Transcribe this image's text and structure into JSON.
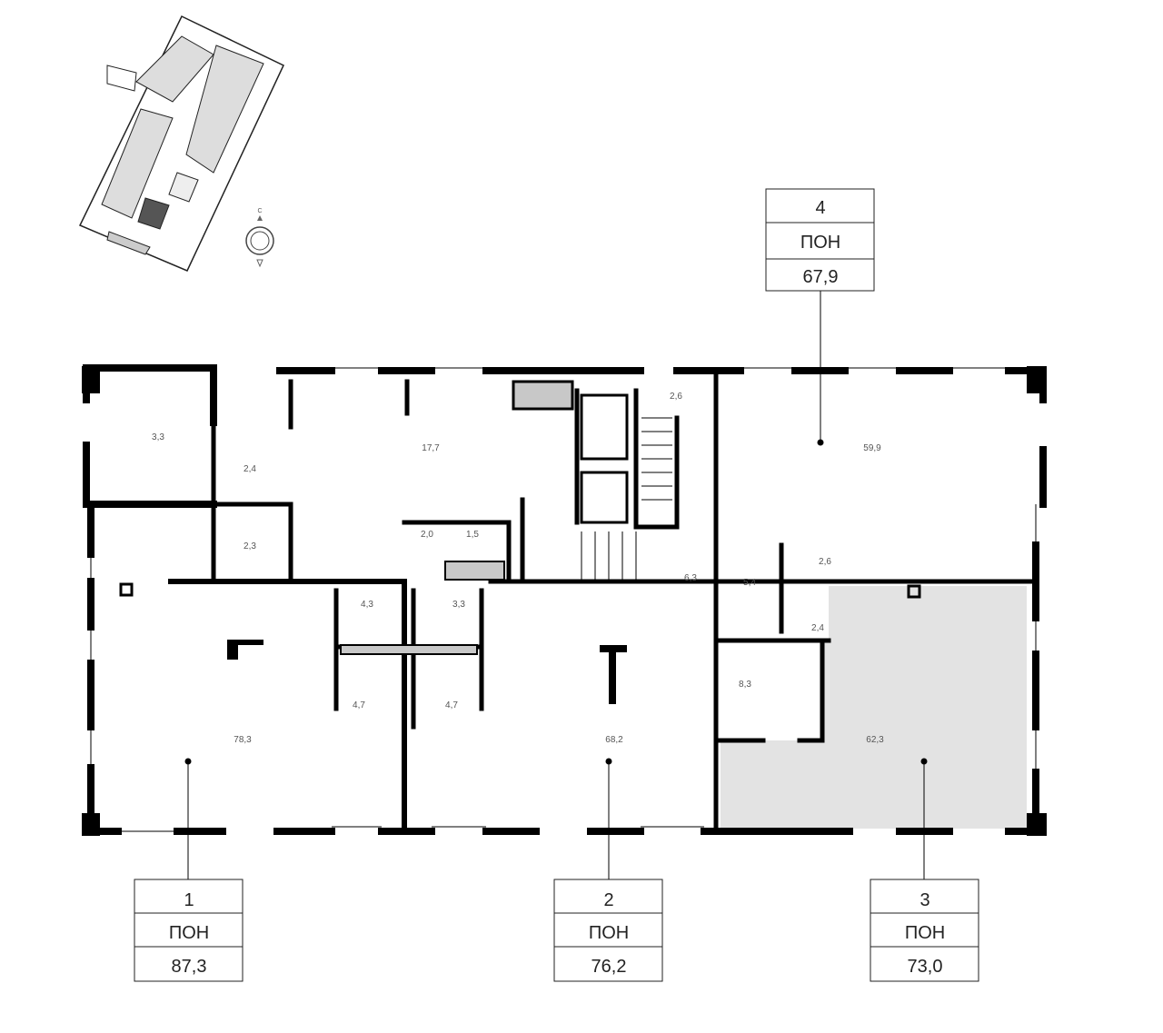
{
  "site_plan": {
    "compass_letter": "С"
  },
  "colors": {
    "wall": "#000000",
    "highlight_unit": "#e3e3e3",
    "fixture": "#c8c8c8"
  },
  "rooms": [
    {
      "area": "3,3"
    },
    {
      "area": "2,4"
    },
    {
      "area": "17,7"
    },
    {
      "area": "2,6"
    },
    {
      "area": "59,9"
    },
    {
      "area": "2,3"
    },
    {
      "area": "2,0"
    },
    {
      "area": "1,5"
    },
    {
      "area": "6,3"
    },
    {
      "area": "5,4"
    },
    {
      "area": "2,6"
    },
    {
      "area": "4,3"
    },
    {
      "area": "3,3"
    },
    {
      "area": "2,4"
    },
    {
      "area": "4,7"
    },
    {
      "area": "4,7"
    },
    {
      "area": "8,3"
    },
    {
      "area": "78,3"
    },
    {
      "area": "68,2"
    },
    {
      "area": "62,3"
    }
  ],
  "units": [
    {
      "number": "1",
      "type": "ПОН",
      "area": "87,3"
    },
    {
      "number": "2",
      "type": "ПОН",
      "area": "76,2"
    },
    {
      "number": "3",
      "type": "ПОН",
      "area": "73,0",
      "highlighted": true
    },
    {
      "number": "4",
      "type": "ПОН",
      "area": "67,9"
    }
  ]
}
